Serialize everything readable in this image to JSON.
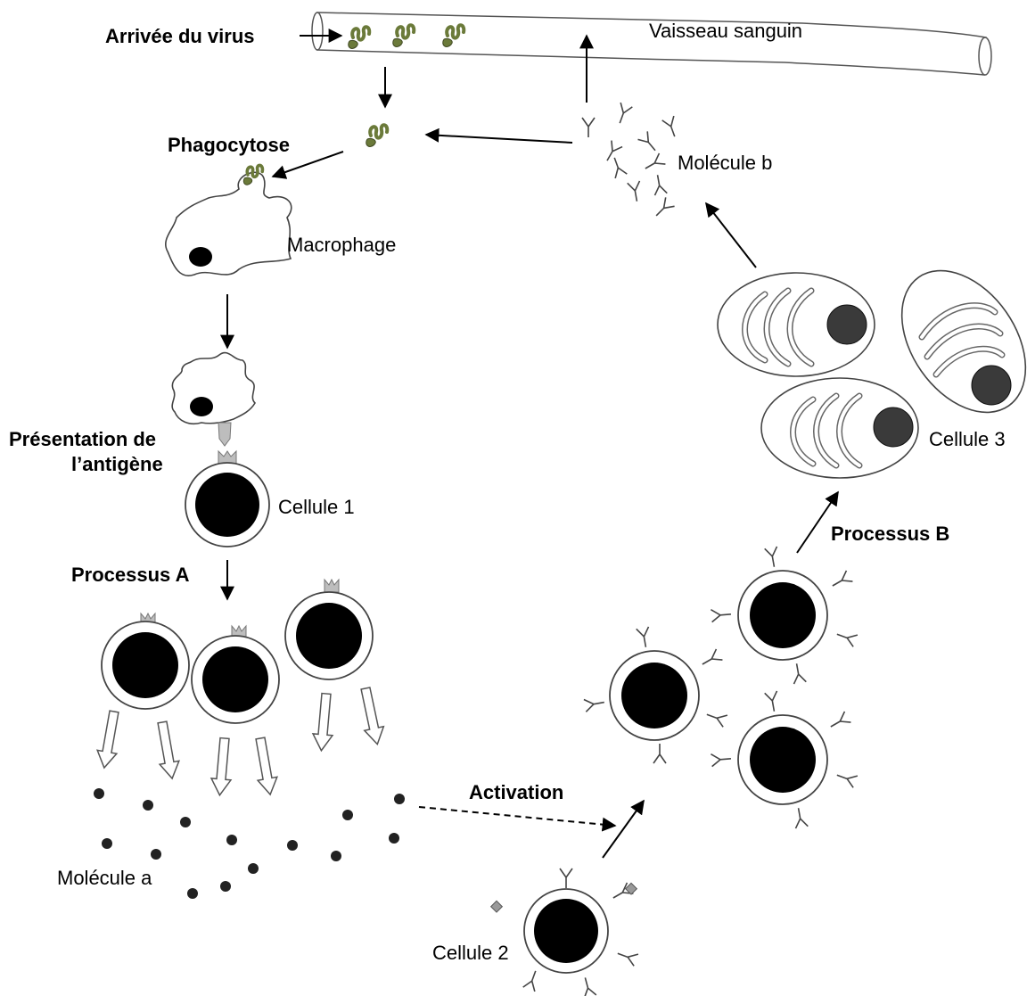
{
  "labels": {
    "virus_arrival": "Arrivée du virus",
    "blood_vessel": "Vaisseau sanguin",
    "phagocytosis": "Phagocytose",
    "macrophage": "Macrophage",
    "molecule_b": "Molécule b",
    "antigen_presentation_line1": "Présentation de",
    "antigen_presentation_line2": "l’antigène",
    "cell_1": "Cellule 1",
    "process_a": "Processus A",
    "cell_3": "Cellule 3",
    "process_b": "Processus B",
    "activation": "Activation",
    "molecule_a": "Molécule a",
    "cell_2": "Cellule 2"
  },
  "colors": {
    "virus": "#6b7a3a",
    "nucleus": "#000000",
    "plasma_nucleus": "#3a3a3a",
    "receptor": "#bdbdbd"
  }
}
